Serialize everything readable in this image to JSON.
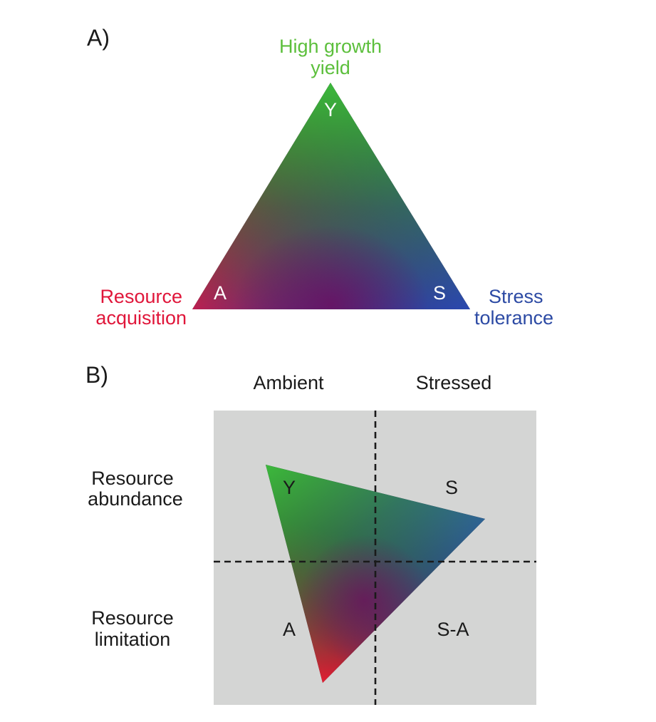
{
  "panel_a": {
    "label": "A)",
    "vertices": {
      "top": {
        "title_line1": "High growth",
        "title_line2": "yield",
        "letter": "Y",
        "color": "#5cbf3c"
      },
      "left": {
        "title_line1": "Resource",
        "title_line2": "acquisition",
        "letter": "A",
        "color": "#e0163a"
      },
      "right": {
        "title_line1": "Stress",
        "title_line2": "tolerance",
        "letter": "S",
        "color": "#2c4aa4"
      }
    }
  },
  "panel_b": {
    "label": "B)",
    "col_headers": [
      "Ambient",
      "Stressed"
    ],
    "row_headers": [
      {
        "line1": "Resource",
        "line2": "abundance"
      },
      {
        "line1": "Resource",
        "line2": "limitation"
      }
    ],
    "quadrants": {
      "top_left": "Y",
      "top_right": "S",
      "bottom_left": "A",
      "bottom_right": "S-A"
    },
    "background": "#d4d5d4"
  },
  "colors": {
    "green": "#3cb83c",
    "red": "#f01030",
    "blue": "#2a48b0",
    "purple": "#7a0e6e"
  }
}
